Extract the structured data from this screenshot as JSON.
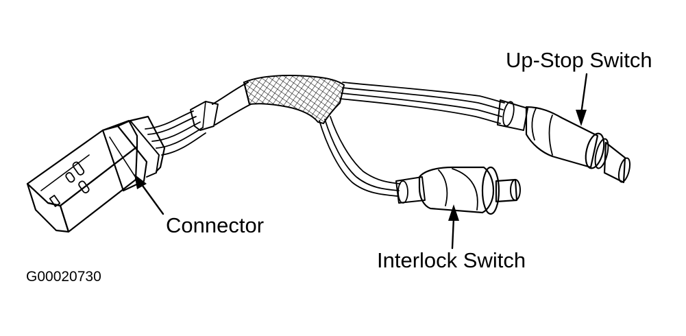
{
  "figure_id": "G00020730",
  "labels": {
    "up_stop": "Up-Stop Switch",
    "connector": "Connector",
    "interlock": "Interlock Switch"
  },
  "colors": {
    "ink": "#000000",
    "paper": "#ffffff"
  }
}
